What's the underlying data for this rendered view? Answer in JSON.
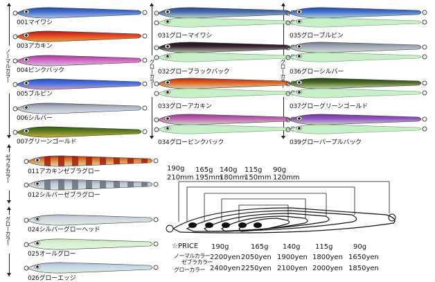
{
  "groups": {
    "normal": "ノーマルカラー",
    "glow": "グローカラー",
    "zebra": "ゼブラカラー",
    "glow2": "グローカラー"
  },
  "lures": [
    {
      "id": "l001",
      "label": "001マイワシ",
      "colors": [
        "#1a3a8a",
        "#3f6fd0",
        "#c9d3e8"
      ]
    },
    {
      "id": "l003",
      "label": "003アカキン",
      "colors": [
        "#8a1010",
        "#e24020",
        "#e8b040"
      ]
    },
    {
      "id": "l004",
      "label": "004ピンクバック",
      "colors": [
        "#8a2a8a",
        "#d060c0",
        "#d8d0e0"
      ]
    },
    {
      "id": "l005",
      "label": "005ブルピン",
      "colors": [
        "#1a3aa0",
        "#4070e0",
        "#f0a0c0"
      ]
    },
    {
      "id": "l006",
      "label": "006シルバー",
      "colors": [
        "#5a6070",
        "#b0b8c8",
        "#e8ecf0"
      ]
    },
    {
      "id": "l007",
      "label": "007グリーンゴールド",
      "colors": [
        "#1a4a10",
        "#5a7a20",
        "#e0c040"
      ]
    },
    {
      "id": "l011",
      "label": "011アカキンゼブラグロー",
      "colors": [
        "#a02010",
        "#e08030",
        "#d8f0d0"
      ],
      "zebra": true
    },
    {
      "id": "l012",
      "label": "012シルバーゼブラグロー",
      "colors": [
        "#6a7080",
        "#c0c8d8",
        "#d8f0d8"
      ],
      "zebra": true
    },
    {
      "id": "l024",
      "label": "024シルバーグローヘッド",
      "colors": [
        "#a0a8b8",
        "#d0d8e0",
        "#e0f0e0"
      ]
    },
    {
      "id": "l025",
      "label": "025オールグロー",
      "colors": [
        "#b8e0b0",
        "#d8f0d0",
        "#e8f8e8"
      ]
    },
    {
      "id": "l026",
      "label": "026グローエッジ",
      "colors": [
        "#a0a8c0",
        "#c8d8e8",
        "#d8f0d8"
      ]
    },
    {
      "id": "l031",
      "label": "031グローマイワシ",
      "colors": [
        "#1a3a7a",
        "#4a6ab0",
        "#d0f0d0"
      ]
    },
    {
      "id": "l032",
      "label": "032グローブラックバック",
      "colors": [
        "#101010",
        "#3a2030",
        "#d0f0d0"
      ]
    },
    {
      "id": "l033",
      "label": "033グローアカキン",
      "colors": [
        "#8a1a10",
        "#e06020",
        "#d8f0d0"
      ]
    },
    {
      "id": "l034",
      "label": "034グローピンクバック",
      "colors": [
        "#7a2a80",
        "#c060b0",
        "#d8f0d0"
      ]
    },
    {
      "id": "l035",
      "label": "035グローブルピン",
      "colors": [
        "#1a3a9a",
        "#4070d0",
        "#d0f0d0"
      ]
    },
    {
      "id": "l036",
      "label": "036グローシルバー",
      "colors": [
        "#5a6070",
        "#a0a8b8",
        "#d8f0d8"
      ]
    },
    {
      "id": "l037",
      "label": "037グローグリーンゴールド",
      "colors": [
        "#102a10",
        "#4a6a20",
        "#d8f0d0"
      ]
    },
    {
      "id": "l039",
      "label": "039グローパープルバック",
      "colors": [
        "#5a2a8a",
        "#9050c0",
        "#d8f0d0"
      ]
    }
  ],
  "diagram": {
    "weights": [
      "190g",
      "165g",
      "140g",
      "115g",
      "90g"
    ],
    "lengths": [
      "210mm",
      "195mm",
      "180mm",
      "150mm",
      "120mm"
    ]
  },
  "price": {
    "title": "☆PRICE",
    "normal_label": "ノーマルカラー",
    "zebra_label": "ゼブラカラー",
    "glow_label": "グローカラー",
    "weights": [
      "190g",
      "165g",
      "140g",
      "115g",
      "90g"
    ],
    "normal_prices": [
      "2200yen",
      "2050yen",
      "1900yen",
      "1800yen",
      "1650yen"
    ],
    "glow_prices": [
      "2400yen",
      "2250yen",
      "2100yen",
      "2000yen",
      "1850yen"
    ]
  }
}
